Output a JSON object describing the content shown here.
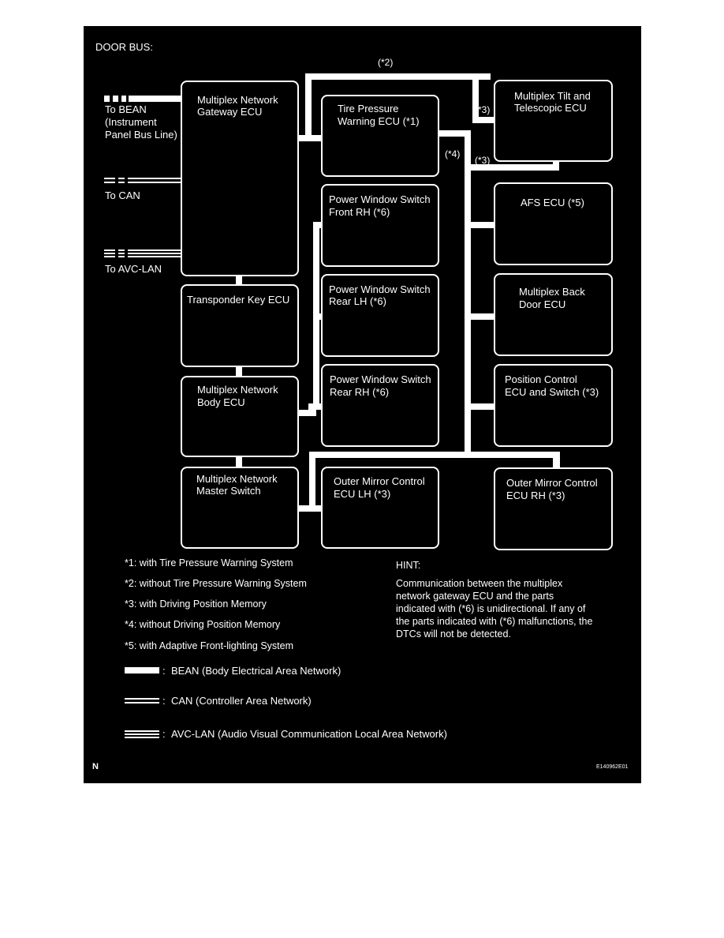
{
  "title": "DOOR BUS:",
  "colors": {
    "background": "#000000",
    "foreground": "#ffffff",
    "page": "#ffffff"
  },
  "labels": {
    "bean": [
      "To BEAN",
      "(Instrument",
      "Panel Bus Line)"
    ],
    "can": "To CAN",
    "avc": "To AVC-LAN",
    "star2": "(*2)",
    "star3a": "(*3)",
    "star3b": "(*3)",
    "star4": "(*4)"
  },
  "boxes": {
    "gateway": [
      "Multiplex Network",
      "Gateway ECU"
    ],
    "transponder": [
      "Transponder Key ECU"
    ],
    "body": [
      "Multiplex Network",
      "Body ECU"
    ],
    "master": [
      "Multiplex Network",
      "Master Switch"
    ],
    "tire": [
      "Tire Pressure",
      "Warning ECU (*1)"
    ],
    "pwfr": [
      "Power Window Switch",
      "Front RH (*6)"
    ],
    "pwrl": [
      "Power Window Switch",
      "Rear LH (*6)"
    ],
    "pwrr": [
      "Power Window Switch",
      "Rear RH (*6)"
    ],
    "mirrorl": [
      "Outer Mirror Control",
      "ECU LH (*3)"
    ],
    "tilt": [
      "Multiplex Tilt and",
      "Telescopic ECU"
    ],
    "afs": [
      "AFS ECU (*5)"
    ],
    "backdoor": [
      "Multiplex Back",
      "Door ECU"
    ],
    "position": [
      "Position Control",
      "ECU and Switch (*3)"
    ],
    "mirrorr": [
      "Outer Mirror Control",
      "ECU RH (*3)"
    ]
  },
  "footnotes": [
    "*1: with Tire Pressure Warning System",
    "*2: without Tire Pressure Warning System",
    "*3: with Driving Position Memory",
    "*4: without Driving Position Memory",
    "*5: with Adaptive Front-lighting System"
  ],
  "hint": {
    "title": "HINT:",
    "lines": [
      "Communication between the multiplex",
      "network gateway ECU and the parts",
      "indicated with (*6) is unidirectional. If any of",
      "the parts indicated with (*6) malfunctions, the",
      "DTCs will not be detected."
    ]
  },
  "legend": {
    "bean": "BEAN (Body Electrical Area Network)",
    "can": "CAN (Controller Area Network)",
    "avc": "AVC-LAN (Audio Visual Communication Local Area Network)",
    "colon": ":"
  },
  "corner_left": "N",
  "corner_right": "E140962E01"
}
